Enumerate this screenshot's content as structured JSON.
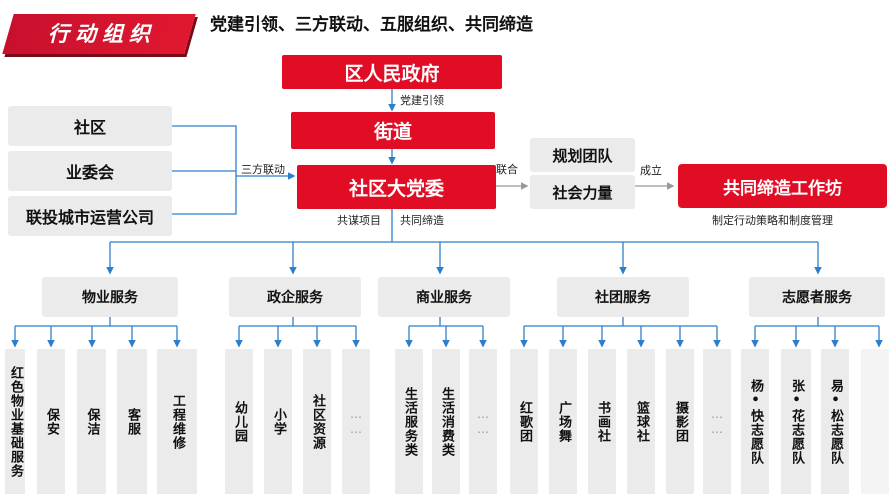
{
  "header": {
    "banner": "行动组织",
    "title": "党建引领、三方联动、五服组织、共同缔造"
  },
  "nodes": {
    "district_gov": "区人民政府",
    "subdistrict": "街道",
    "community_party": "社区大党委",
    "co_build_workshop": "共同缔造工作坊",
    "planning_team": "规划团队",
    "social_forces": "社会力量",
    "community": "社区",
    "owners_committee": "业委会",
    "operator": "联投城市运营公司"
  },
  "labels": {
    "party_lead": "党建引领",
    "tripartite": "三方联动",
    "union": "联合",
    "establish": "成立",
    "co_plan": "共谋项目",
    "co_build": "共同缔造",
    "workshop_desc": "制定行动策略和制度管理"
  },
  "services": [
    {
      "name": "物业服务",
      "items": [
        "红色物业基础服务",
        "保安",
        "保洁",
        "客服",
        "工程维修"
      ]
    },
    {
      "name": "政企服务",
      "items": [
        "幼儿园",
        "小学",
        "社区资源",
        "……"
      ]
    },
    {
      "name": "商业服务",
      "items": [
        "生活服务类",
        "生活消费类",
        "……"
      ]
    },
    {
      "name": "社团服务",
      "items": [
        "红歌团",
        "广场舞",
        "书画社",
        "篮球社",
        "摄影团",
        "……"
      ]
    },
    {
      "name": "志愿者服务",
      "items": [
        "杨•快志愿队",
        "张•花志愿队",
        "易•松志愿队"
      ]
    }
  ],
  "colors": {
    "red": "#e00d25",
    "blue": "#2e7fc9",
    "gray": "#ebebeb"
  }
}
